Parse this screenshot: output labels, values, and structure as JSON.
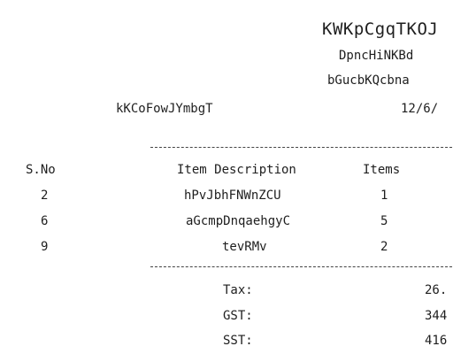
{
  "header": {
    "store_name": "KWKpCgqTKOJ",
    "line1": "DpncHiNKBd",
    "line2": "bGucbKQcbna",
    "cashier": "kKCoFowJYmbgT",
    "date": "12/6/"
  },
  "table": {
    "columns": [
      "S.No",
      "Item Description",
      "Items"
    ],
    "rows": [
      {
        "sno": "2",
        "desc": "hPvJbhFNWnZCU",
        "qty": "1"
      },
      {
        "sno": "6",
        "desc": "aGcmpDnqaehgyC",
        "qty": "5"
      },
      {
        "sno": "9",
        "desc": "tevRMv",
        "qty": "2"
      }
    ]
  },
  "totals": [
    {
      "label": "Tax:",
      "value": "26."
    },
    {
      "label": "GST:",
      "value": "344"
    },
    {
      "label": "SST:",
      "value": "416"
    }
  ]
}
